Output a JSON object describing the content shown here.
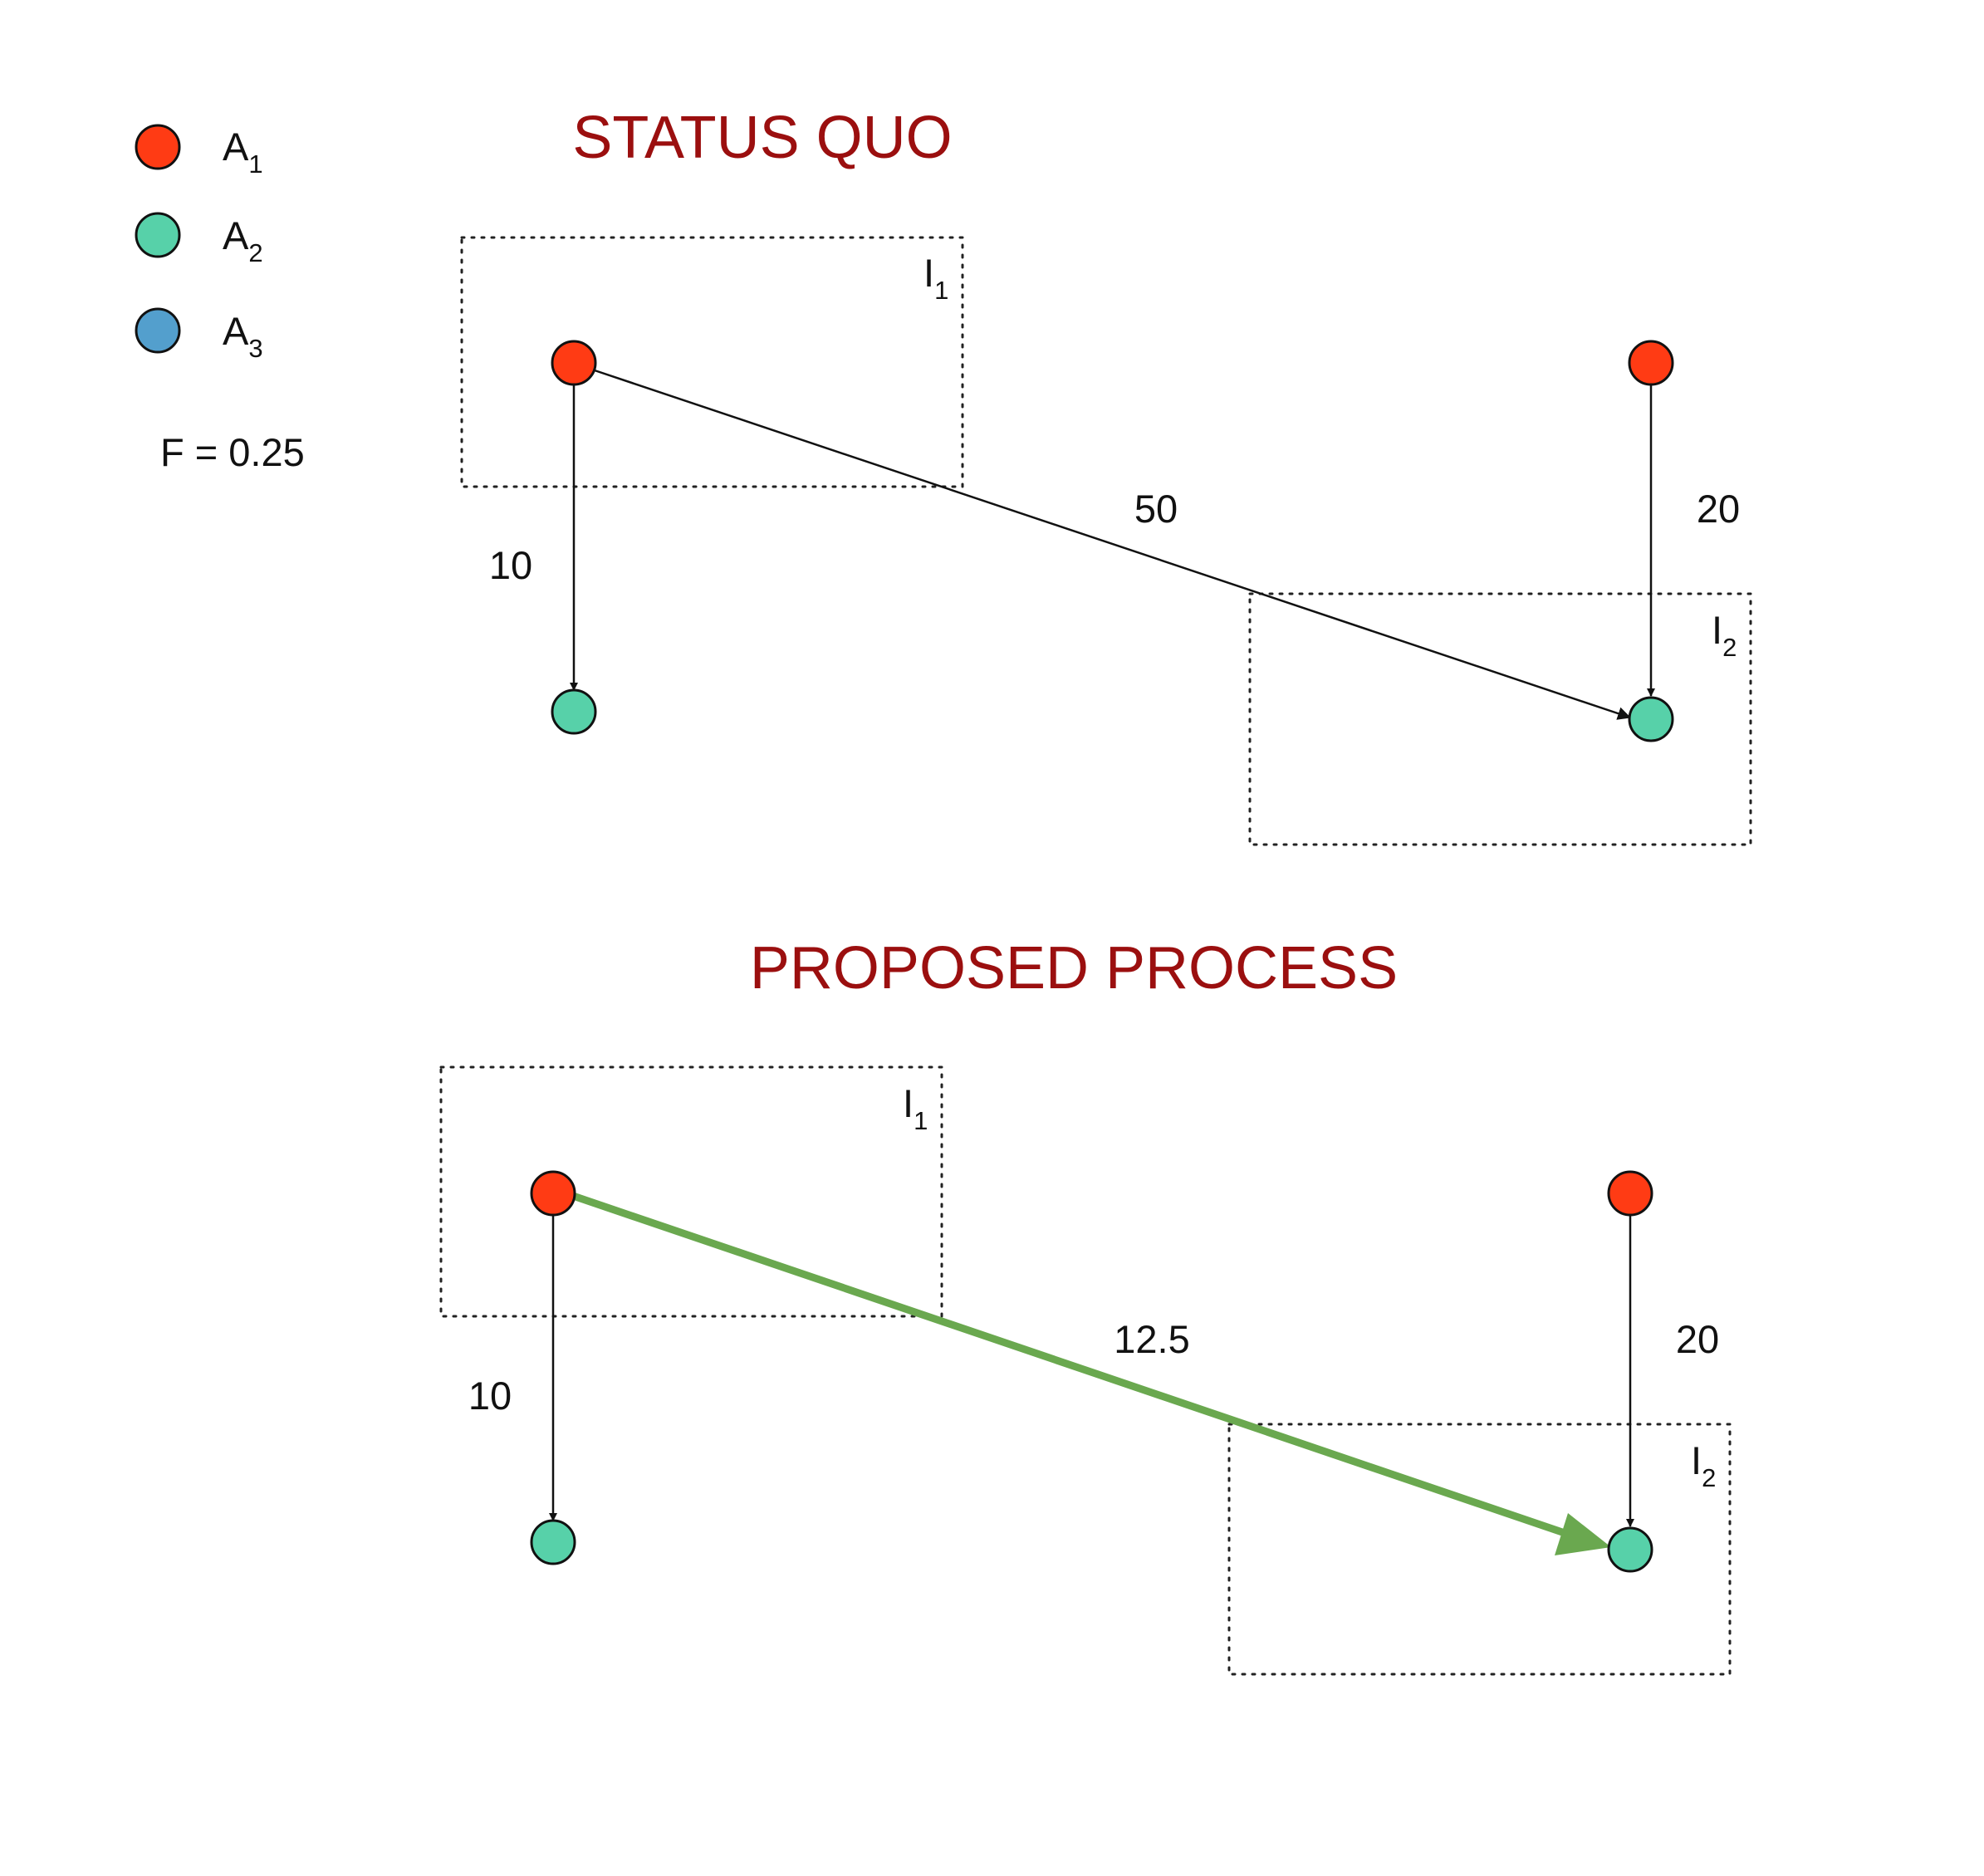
{
  "legend": {
    "items": [
      {
        "label": "A",
        "sub": "1",
        "color": "#ff3b14"
      },
      {
        "label": "A",
        "sub": "2",
        "color": "#57d1a9"
      },
      {
        "label": "A",
        "sub": "3",
        "color": "#539fcd"
      }
    ],
    "factor_text": "F = 0.25"
  },
  "status_quo": {
    "title": "STATUS QUO",
    "box1": {
      "label": "I",
      "sub": "1"
    },
    "box2": {
      "label": "I",
      "sub": "2"
    },
    "edges": {
      "left_vertical": "10",
      "diagonal": "50",
      "right_vertical": "20"
    }
  },
  "proposed": {
    "title": "PROPOSED PROCESS",
    "box1": {
      "label": "I",
      "sub": "1"
    },
    "box2": {
      "label": "I",
      "sub": "2"
    },
    "edges": {
      "left_vertical": "10",
      "diagonal": "12.5",
      "right_vertical": "20"
    },
    "highlight_color": "#6aa84f"
  }
}
